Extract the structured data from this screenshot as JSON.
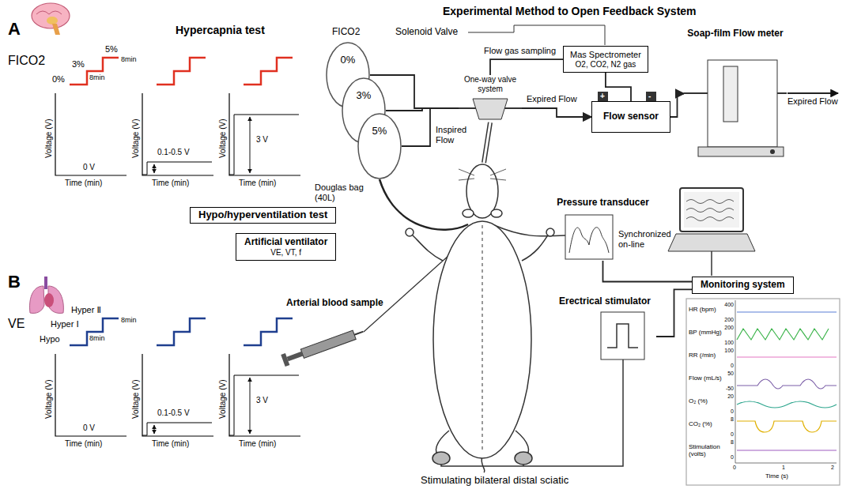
{
  "diagram": {
    "title": "Experimental Method to Open Feedback System",
    "nodes": [
      {
        "text": [
          "0%"
        ]
      },
      {
        "text": [
          "3%"
        ]
      },
      {
        "text": [
          "5%"
        ]
      },
      {
        "text": [
          "One-way valve system"
        ]
      },
      {
        "text": [
          "Mas Spectrometer",
          "O2, CO2, N2 gas"
        ]
      },
      {
        "text": [
          "Flow sensor"
        ]
      },
      {
        "text": [
          "Soap-film Flow meter"
        ]
      },
      {
        "text": [
          "Hypo/hyperventilation test"
        ]
      },
      {
        "text": [
          "Artificial ventilator",
          "VE, VT, f"
        ]
      },
      {
        "text": [
          "Pressure transducer"
        ]
      },
      {
        "text": [
          "Erectrical stimulator"
        ]
      },
      {
        "text": [
          "Monitoring system"
        ]
      }
    ],
    "edges": [
      {
        "from": 0,
        "to": 3,
        "arrow": "none"
      },
      {
        "from": 1,
        "to": 3,
        "arrow": "none"
      },
      {
        "from": 2,
        "to": 3,
        "arrow": "none"
      },
      {
        "from": 3,
        "to": 5,
        "label": "Expired Flow",
        "arrow": "to"
      },
      {
        "from": 5,
        "to": 6,
        "arrow": "to"
      },
      {
        "from": 4,
        "to": 5,
        "arrow": "none"
      },
      {
        "from": 3,
        "to": 4,
        "label": "Flow gas sampling",
        "arrow": "none"
      },
      {
        "from": 9,
        "to": 11,
        "arrow": "none"
      },
      {
        "from": 10,
        "to": 11,
        "arrow": "none"
      }
    ],
    "labels": [
      "A",
      "FICO2",
      "Hypercapnia test",
      "5%",
      "3%",
      "0%",
      "8min",
      "8min",
      "Voltage (V)",
      "Time (min)",
      "0 V",
      "Voltage (V)",
      "Time (min)",
      "0.1-0.5 V",
      "Voltage (V)",
      "Time (min)",
      "3 V",
      "FICO2",
      "Solenoid Valve",
      "Inspired Flow",
      "Douglas bag (40L)",
      "+",
      "-",
      "Expired Flow",
      "Synchronized on-line",
      "Arterial blood sample",
      "Stimulating bilateral distal sciatic",
      "B",
      "VE",
      "Hyper Ⅱ",
      "Hyper Ⅰ",
      "Hypo",
      "8min",
      "8min",
      "Voltage (V)",
      "Time (min)",
      "0 V",
      "Voltage (V)",
      "Time (min)",
      "0.1-0.5 V",
      "Voltage (V)",
      "Time (min)",
      "3 V",
      "HR (bpm)",
      "400",
      "200",
      "BP (mmHg)",
      "200",
      "100",
      "RR (/min)",
      "100",
      "0",
      "Flow (mL/s)",
      "50",
      "-50",
      "O₂ (%)",
      "20",
      "0",
      "CO₂ (%)",
      "8",
      "0",
      "Stimulation (volts)",
      "8",
      "0",
      "Time (s)",
      "0",
      "1",
      "2"
    ]
  }
}
